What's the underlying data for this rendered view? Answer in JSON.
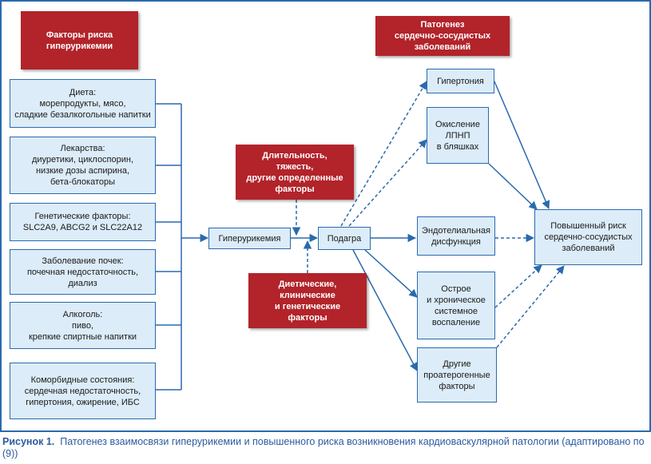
{
  "headers": {
    "risk_factors": [
      "Факторы риска",
      "гиперурикемии"
    ],
    "pathogenesis": [
      "Патогенез",
      "сердечно-сосудистых",
      "заболеваний"
    ]
  },
  "risk_boxes": [
    [
      "Диета:",
      "морепродукты, мясо,",
      "сладкие безалкогольные напитки"
    ],
    [
      "Лекарства:",
      "диуретики, циклоспорин,",
      "низкие дозы аспирина,",
      "бета-блокаторы"
    ],
    [
      "Генетические факторы:",
      "SLC2A9, ABCG2 и SLC22A12"
    ],
    [
      "Заболевание почек:",
      "почечная недостаточность,",
      "диализ"
    ],
    [
      "Алкоголь:",
      "пиво,",
      "крепкие спиртные напитки"
    ],
    [
      "Коморбидные состояния:",
      "сердечная недостаточность,",
      "гипертония, ожирение, ИБС"
    ]
  ],
  "modifiers": {
    "top": [
      "Длительность,",
      "тяжесть,",
      "другие определенные",
      "факторы"
    ],
    "bottom": [
      "Диетические,",
      "клинические",
      "и генетические",
      "факторы"
    ]
  },
  "center": {
    "hyperuricemia": "Гиперурикемия",
    "gout": "Подагра"
  },
  "outcomes": [
    [
      "Гипертония"
    ],
    [
      "Окисление",
      "ЛПНП",
      "в бляшках"
    ],
    [
      "Эндотелиальная",
      "дисфункция"
    ],
    [
      "Острое",
      "и хроническое",
      "системное",
      "воспаление"
    ],
    [
      "Другие",
      "проатерогенные",
      "факторы"
    ]
  ],
  "result": [
    "Повышенный риск",
    "сердечно-сосудистых",
    "заболеваний"
  ],
  "caption": {
    "label": "Рисунок 1.",
    "text": "Патогенез взаимосвязи гиперурикемии и повышенного риска возникновения кардиоваскулярной патологии (адаптировано по (9))"
  },
  "colors": {
    "box_fill": "#dcecf8",
    "box_border": "#2a6aad",
    "header_red": "#b2232a",
    "arrow": "#2a6aad",
    "caption": "#2b5aa0"
  }
}
